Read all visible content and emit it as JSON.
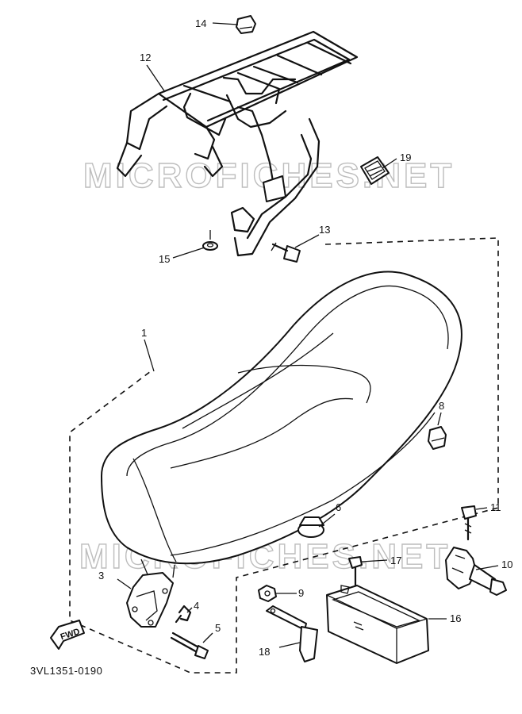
{
  "watermark": "MICROFICHES.NET",
  "diagram_code": "3VL1351-0190",
  "fwd_label": "FWD",
  "callouts": {
    "c1": "1",
    "c3": "3",
    "c4": "4",
    "c5": "5",
    "c6": "6",
    "c8": "8",
    "c9": "9",
    "c10": "10",
    "c11": "11",
    "c12": "12",
    "c13": "13",
    "c14": "14",
    "c15": "15",
    "c16": "16",
    "c17": "17",
    "c18": "18",
    "c19": "19"
  }
}
